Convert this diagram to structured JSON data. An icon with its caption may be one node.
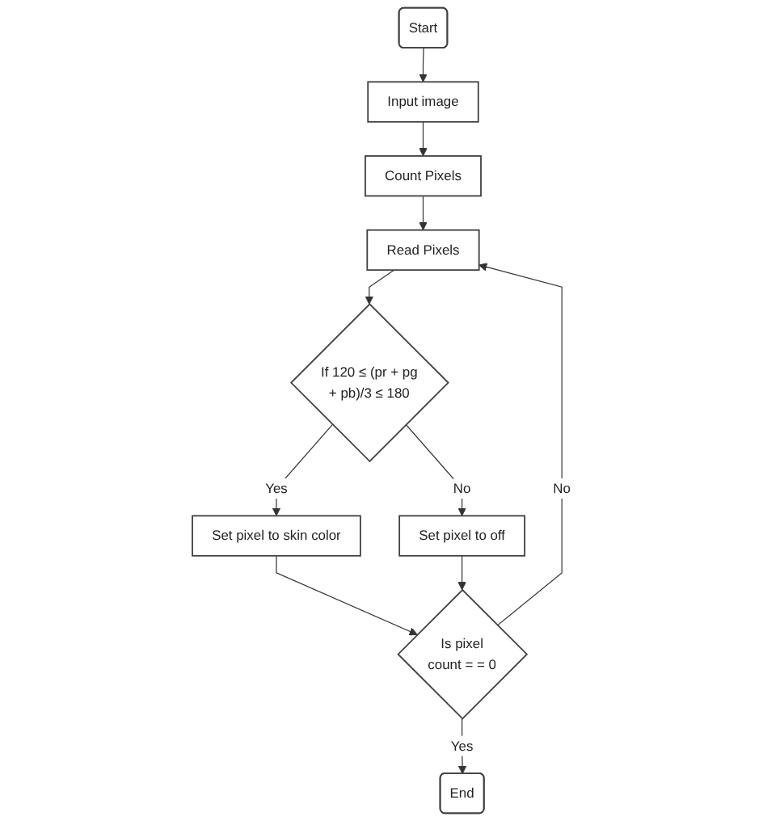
{
  "diagram": {
    "nodes": [
      {
        "text": [
          "Start"
        ]
      },
      {
        "text": [
          "Input image"
        ]
      },
      {
        "text": [
          "Count Pixels"
        ]
      },
      {
        "text": [
          "Read Pixels"
        ]
      },
      {
        "text": [
          "If 120 ≤ (pr + pg + pb)/3 ≤ 180"
        ]
      },
      {
        "text": [
          "Set pixel to off"
        ]
      },
      {
        "text": [
          "Set pixel to skin color"
        ]
      },
      {
        "text": [
          "Is pixel count = = 0"
        ]
      },
      {
        "text": [
          "End"
        ]
      }
    ],
    "edges": [
      {
        "from": 0,
        "to": 1,
        "arrow": "to"
      },
      {
        "from": 1,
        "to": 2,
        "arrow": "to"
      },
      {
        "from": 2,
        "to": 3,
        "arrow": "to"
      },
      {
        "from": 3,
        "to": 4,
        "arrow": "to"
      },
      {
        "from": 4,
        "to": 5,
        "arrow": "to",
        "label": "No"
      },
      {
        "from": 4,
        "to": 6,
        "arrow": "to",
        "label": "Yes"
      },
      {
        "from": 6,
        "to": 7,
        "arrow": "to"
      },
      {
        "from": 5,
        "to": 7,
        "arrow": "to"
      },
      {
        "from": 7,
        "to": 3,
        "arrow": "to",
        "label": "No"
      },
      {
        "from": 7,
        "to": 8,
        "arrow": "to",
        "label": "Yes"
      }
    ]
  }
}
